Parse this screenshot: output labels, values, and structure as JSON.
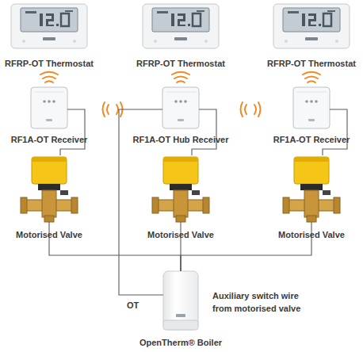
{
  "diagram": {
    "nodes": [
      {
        "text": [
          "RFRP-OT Thermostat"
        ]
      },
      {
        "text": [
          "RFRP-OT Thermostat"
        ]
      },
      {
        "text": [
          "RFRP-OT Thermostat"
        ]
      },
      {
        "text": [
          "RF1A-OT Receiver"
        ]
      },
      {
        "text": [
          "RF1A-OT Hub Receiver"
        ]
      },
      {
        "text": [
          "RF1A-OT Receiver"
        ]
      },
      {
        "text": [
          "Motorised Valve"
        ]
      },
      {
        "text": [
          "Motorised Valve"
        ]
      },
      {
        "text": [
          "Motorised Valve"
        ]
      },
      {
        "text": [
          "OpenTherm® Boiler"
        ]
      }
    ],
    "edges": [
      {
        "from": 3,
        "to": 6,
        "arrow": "none"
      },
      {
        "from": 4,
        "to": 7,
        "arrow": "none"
      },
      {
        "from": 5,
        "to": 8,
        "arrow": "none"
      },
      {
        "from": 4,
        "to": 9,
        "label": "OT",
        "arrow": "none"
      },
      {
        "from": 6,
        "to": 9,
        "arrow": "none"
      },
      {
        "from": 7,
        "to": 9,
        "arrow": "none"
      },
      {
        "from": 8,
        "to": 9,
        "arrow": "none"
      }
    ],
    "labels": [
      "Auxiliary switch wire from motorised valve"
    ]
  }
}
